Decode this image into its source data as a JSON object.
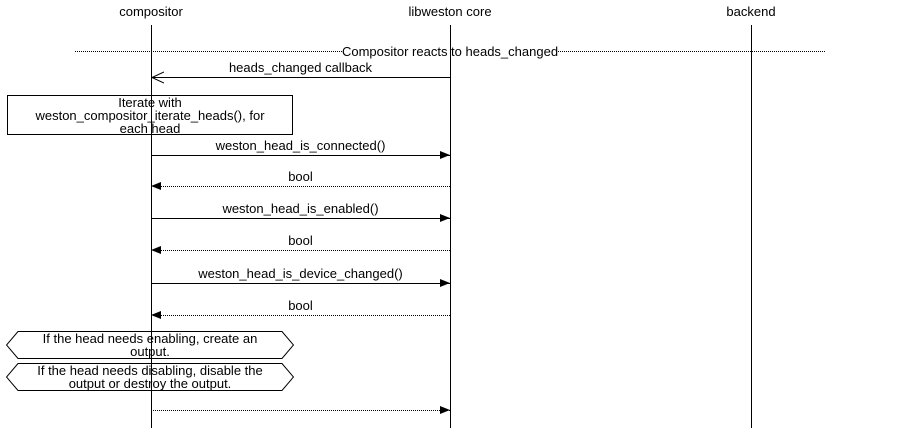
{
  "diagram": {
    "participants": [
      {
        "label": "compositor"
      },
      {
        "label": "libweston core"
      },
      {
        "label": "backend"
      }
    ],
    "divider": {
      "label": "Compositor reacts to heads_changed"
    },
    "messages": [
      {
        "from": "libweston core",
        "to": "compositor",
        "label": "heads_changed callback",
        "line": "solid",
        "arrow": "open"
      },
      {
        "from": "compositor",
        "to": "libweston core",
        "label": "weston_head_is_connected()",
        "line": "solid",
        "arrow": "filled"
      },
      {
        "from": "libweston core",
        "to": "compositor",
        "label": "bool",
        "line": "dotted",
        "arrow": "filled"
      },
      {
        "from": "compositor",
        "to": "libweston core",
        "label": "weston_head_is_enabled()",
        "line": "solid",
        "arrow": "filled"
      },
      {
        "from": "libweston core",
        "to": "compositor",
        "label": "bool",
        "line": "dotted",
        "arrow": "filled"
      },
      {
        "from": "compositor",
        "to": "libweston core",
        "label": "weston_head_is_device_changed()",
        "line": "solid",
        "arrow": "filled"
      },
      {
        "from": "libweston core",
        "to": "compositor",
        "label": "bool",
        "line": "dotted",
        "arrow": "filled"
      },
      {
        "from": "compositor",
        "to": "libweston core",
        "label": "",
        "line": "dotted",
        "arrow": "filled"
      }
    ],
    "notes": [
      {
        "type": "box",
        "text": "Iterate with\nweston_compositor_iterate_heads(), for\neach head"
      },
      {
        "type": "condition",
        "text": "If the head needs enabling, create an\noutput."
      },
      {
        "type": "condition",
        "text": "If the head needs disabling, disable the\noutput or destroy the output."
      }
    ],
    "colors": {
      "stroke": "#000000",
      "background": "#ffffff"
    }
  }
}
